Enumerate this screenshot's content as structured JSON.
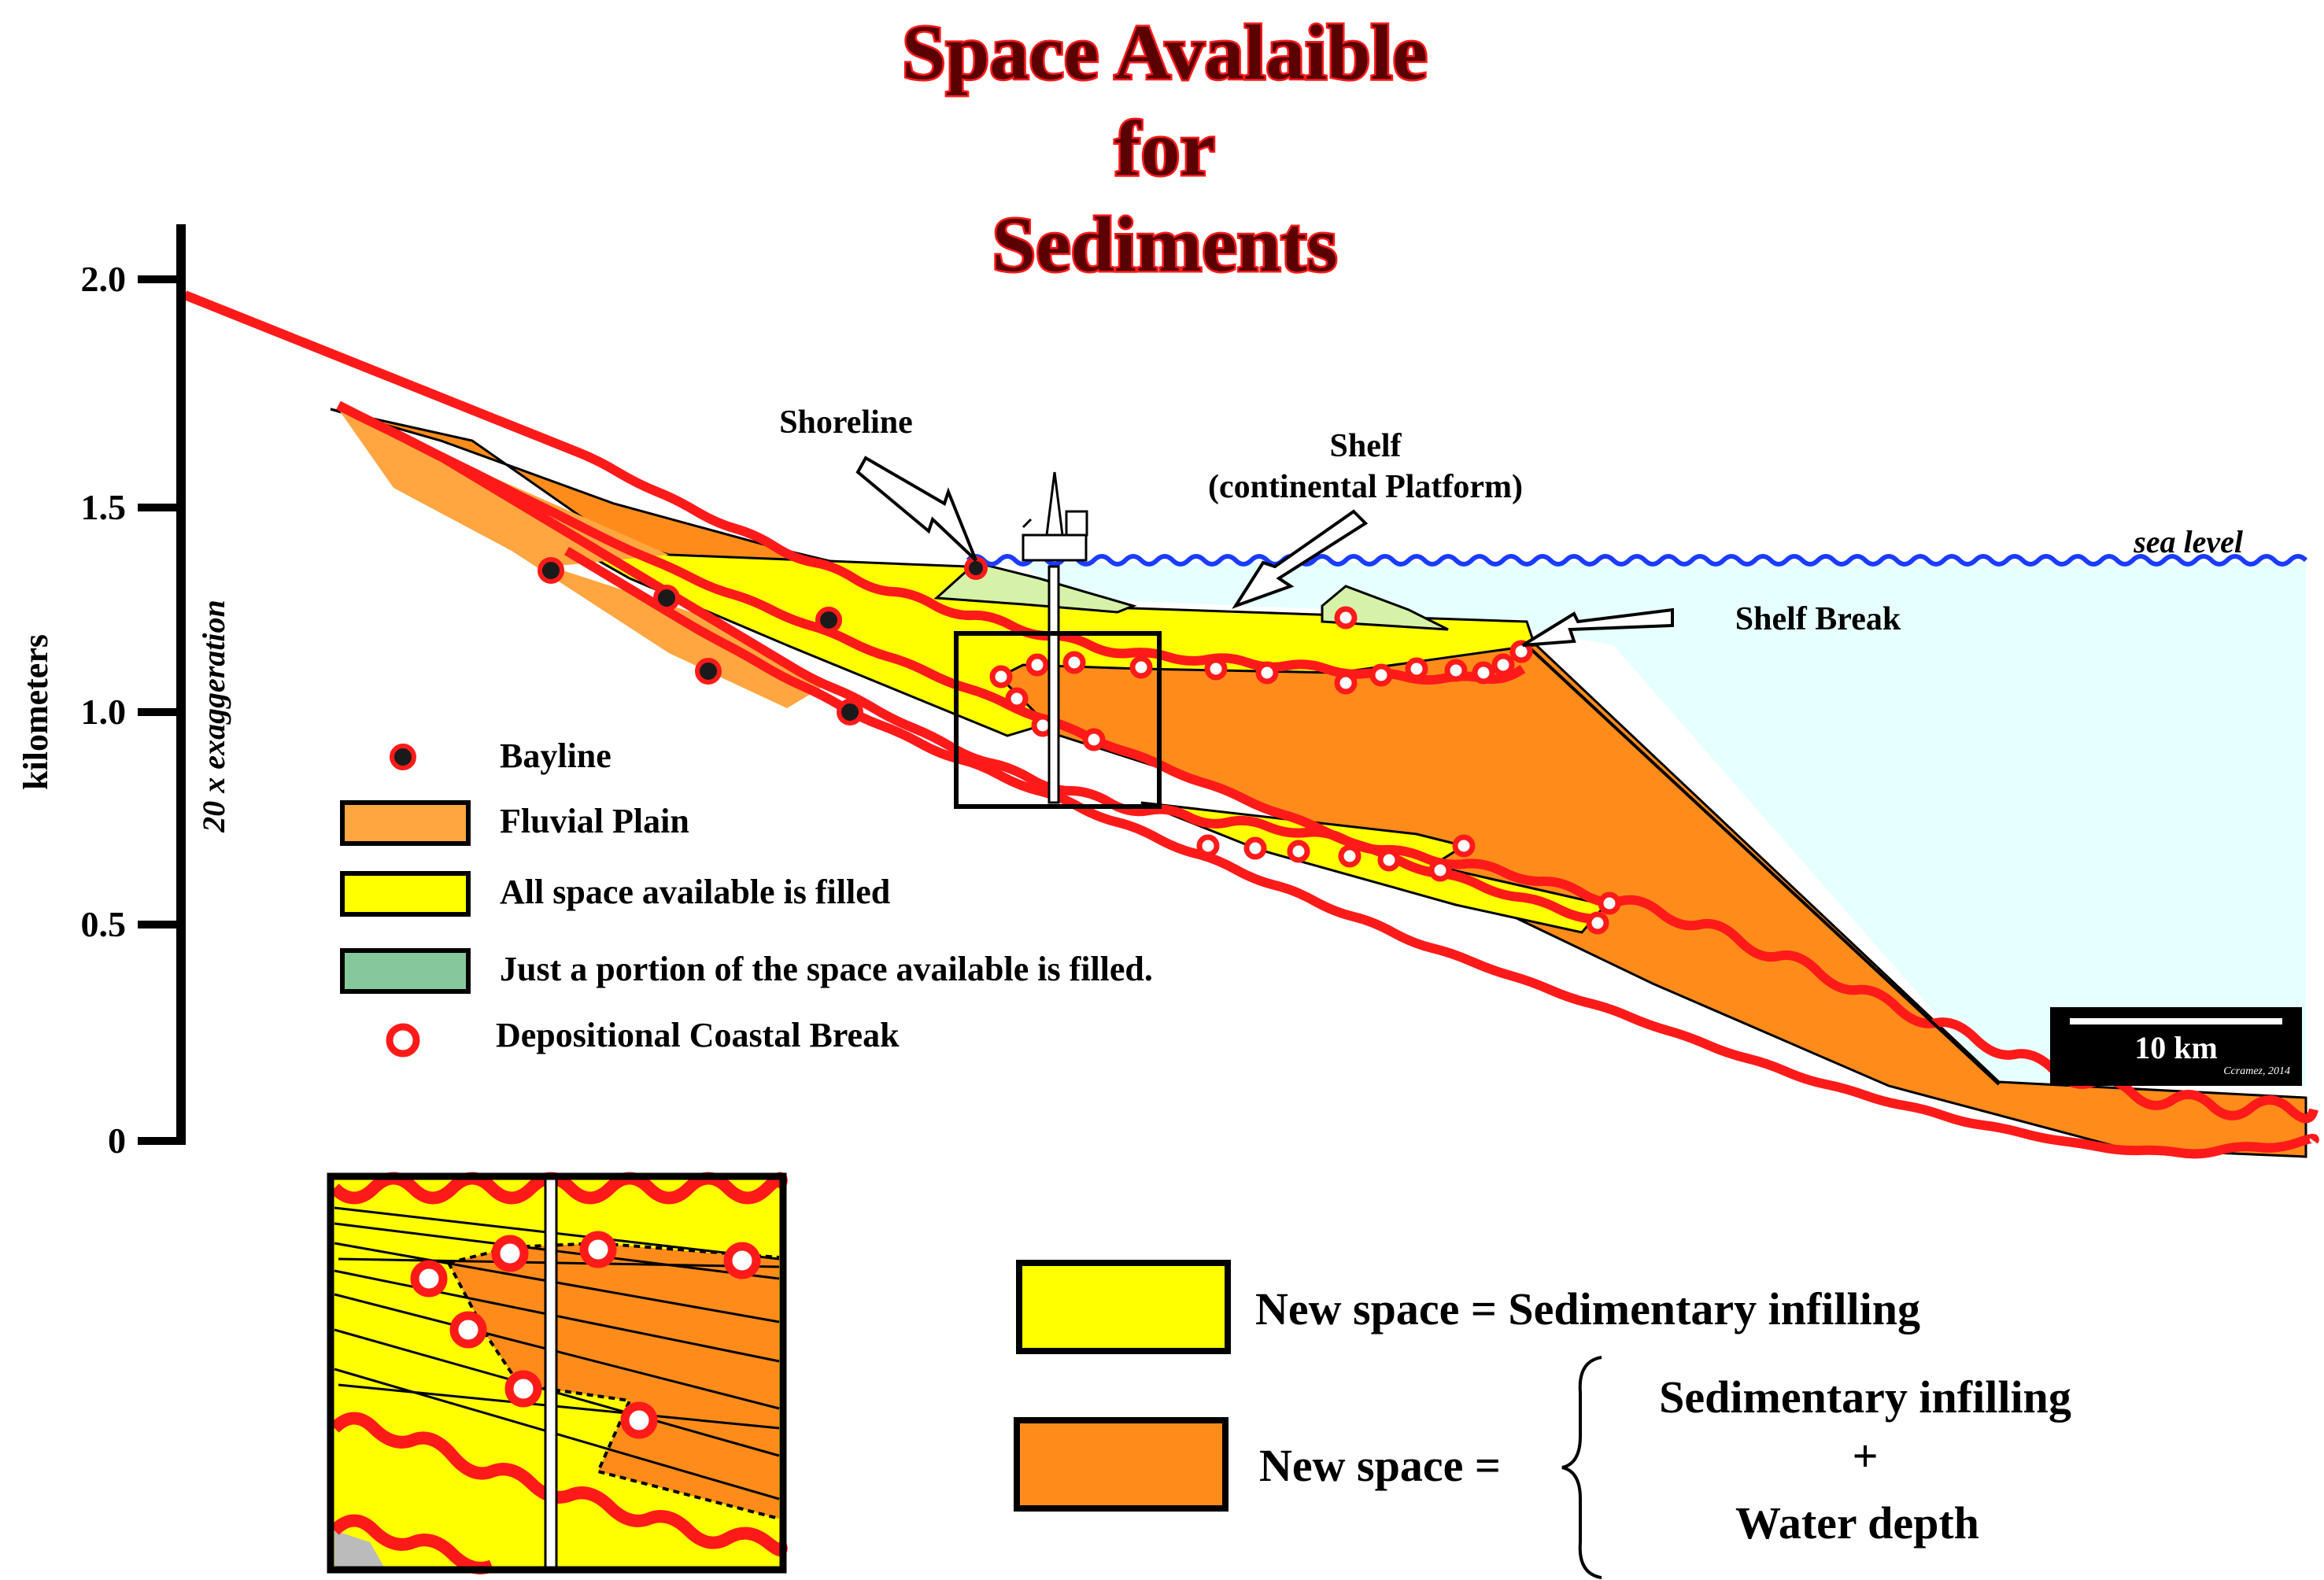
{
  "title": {
    "line1": "Space Avalaible",
    "line2": "for",
    "line3": "Sediments"
  },
  "axis": {
    "label": "kilometers",
    "exaggeration": "20 x exaggeration",
    "ticks": [
      "2.0",
      "1.5",
      "1.0",
      "0.5",
      "0"
    ]
  },
  "labels": {
    "shoreline": "Shoreline",
    "shelf_line1": "Shelf",
    "shelf_line2": "(continental Platform)",
    "sea_level": "sea level",
    "shelf_break": "Shelf Break"
  },
  "scale_bar": {
    "label": "10 km",
    "credit": "Ccramez, 2014"
  },
  "legend": {
    "bayline": "Bayline",
    "fluvial_plain": "Fluvial Plain",
    "all_filled": "All space available is filled",
    "portion_filled": "Just a portion of the space available is filled.",
    "coastal_break": "Depositional Coastal Break"
  },
  "key": {
    "yellow_text": "New space = Sedimentary infilling",
    "orange_prefix": "New space =",
    "orange_line1": "Sedimentary infilling",
    "orange_plus": "+",
    "orange_line2": "Water depth"
  },
  "colors": {
    "yellow": "#ffff00",
    "orange": "#ff8c1a",
    "light_orange": "#ffa640",
    "green": "#86c79c",
    "pale_green": "#d6f2a8",
    "sea": "#e6ffff",
    "red": "#ff1a1a",
    "sea_line": "#1a3cff"
  }
}
